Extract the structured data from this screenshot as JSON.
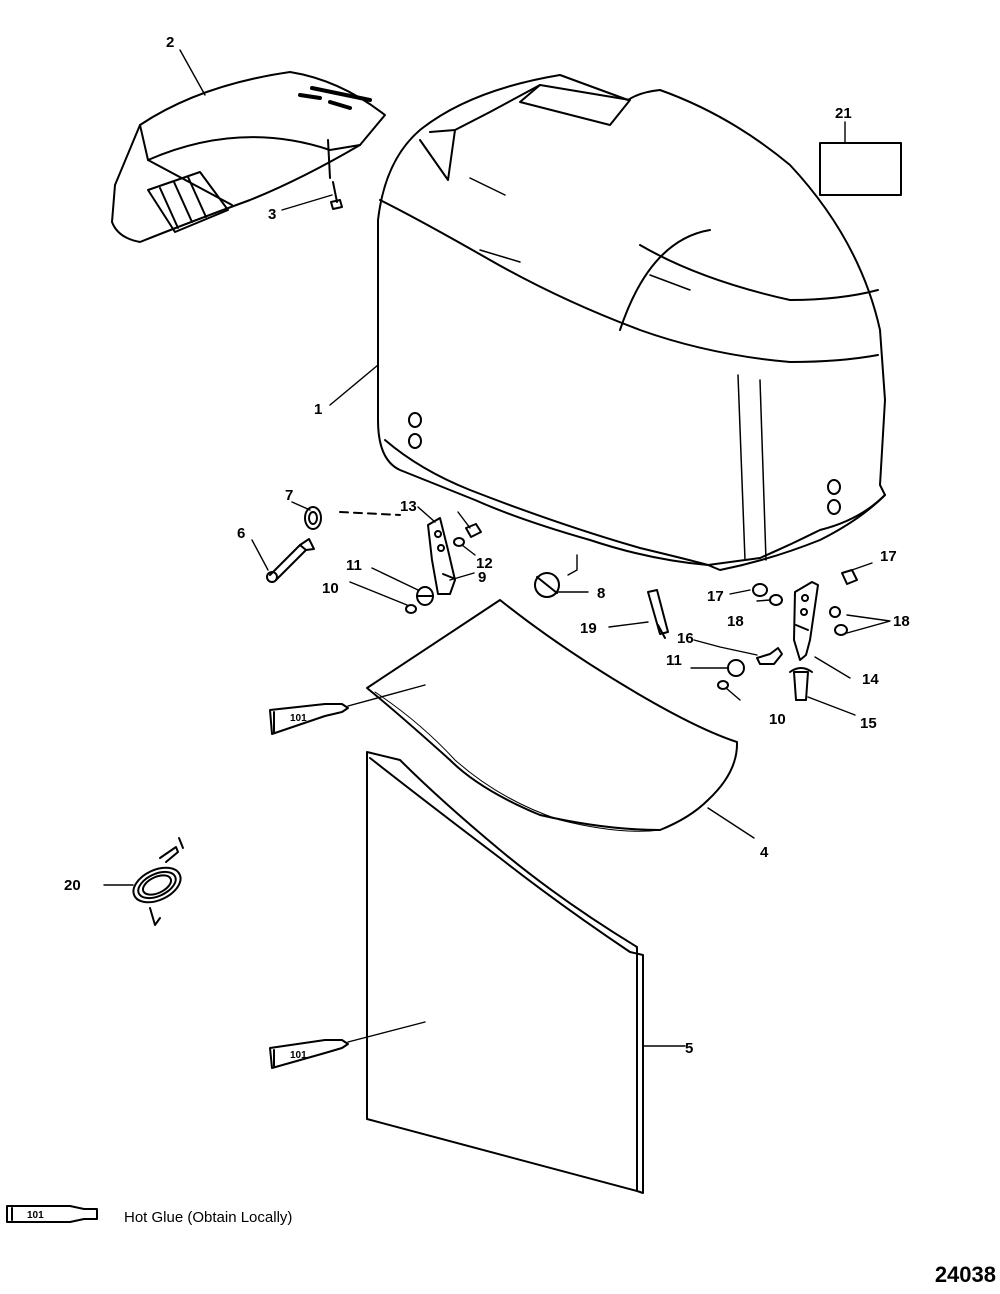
{
  "callouts": [
    {
      "id": "1",
      "text": "1"
    },
    {
      "id": "2",
      "text": "2"
    },
    {
      "id": "3",
      "text": "3"
    },
    {
      "id": "4",
      "text": "4"
    },
    {
      "id": "5",
      "text": "5"
    },
    {
      "id": "6",
      "text": "6"
    },
    {
      "id": "7",
      "text": "7"
    },
    {
      "id": "8",
      "text": "8"
    },
    {
      "id": "9",
      "text": "9"
    },
    {
      "id": "10a",
      "text": "10"
    },
    {
      "id": "10b",
      "text": "10"
    },
    {
      "id": "11a",
      "text": "11"
    },
    {
      "id": "11b",
      "text": "11"
    },
    {
      "id": "12",
      "text": "12"
    },
    {
      "id": "13",
      "text": "13"
    },
    {
      "id": "14",
      "text": "14"
    },
    {
      "id": "15",
      "text": "15"
    },
    {
      "id": "16",
      "text": "16"
    },
    {
      "id": "17a",
      "text": "17"
    },
    {
      "id": "17b",
      "text": "17"
    },
    {
      "id": "18a",
      "text": "18"
    },
    {
      "id": "18b",
      "text": "18"
    },
    {
      "id": "19",
      "text": "19"
    },
    {
      "id": "20",
      "text": "20"
    },
    {
      "id": "21",
      "text": "21"
    }
  ],
  "glue_tube_code": "101",
  "legend": {
    "tube_code": "101",
    "text": "Hot Glue (Obtain Locally)"
  },
  "figure_number": "24038"
}
